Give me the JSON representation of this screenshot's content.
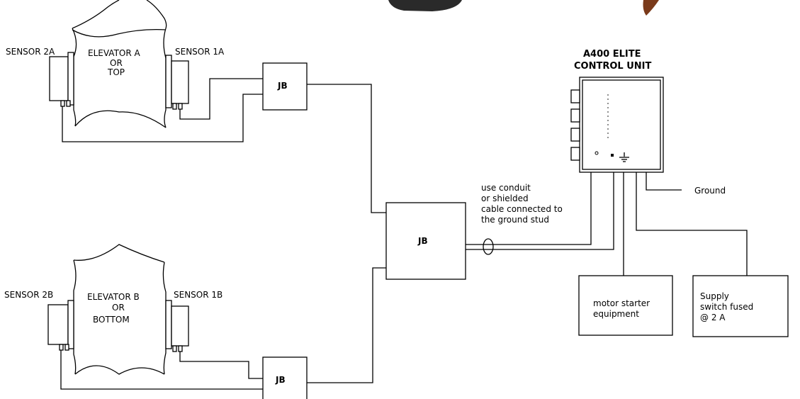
{
  "elevator_a": {
    "title_line1": "ELEVATOR A",
    "title_line2": "OR",
    "title_line3": "TOP",
    "sensor_left": "SENSOR 2A",
    "sensor_right": "SENSOR 1A"
  },
  "elevator_b": {
    "title_line1": "ELEVATOR B",
    "title_line2": "OR",
    "title_line3": "BOTTOM",
    "sensor_left": "SENSOR 2B",
    "sensor_right": "SENSOR 1B"
  },
  "junction_boxes": {
    "top": "JB",
    "middle": "JB",
    "bottom": "JB"
  },
  "control_unit": {
    "title_line1": "A400 ELITE",
    "title_line2": "CONTROL UNIT"
  },
  "cable_note": {
    "line1": "use conduit",
    "line2": "or shielded",
    "line3": "cable connected to",
    "line4": "the ground stud"
  },
  "ground_label": "Ground",
  "motor_box": {
    "line1": "motor starter",
    "line2": "equipment"
  },
  "supply_box": {
    "line1": "Supply",
    "line2": "switch fused",
    "line3": "@ 2 A"
  },
  "colors": {
    "line": "#000000",
    "background": "#ffffff",
    "photo_left": "#2a2a2a",
    "photo_right": "#7a3a1a"
  }
}
